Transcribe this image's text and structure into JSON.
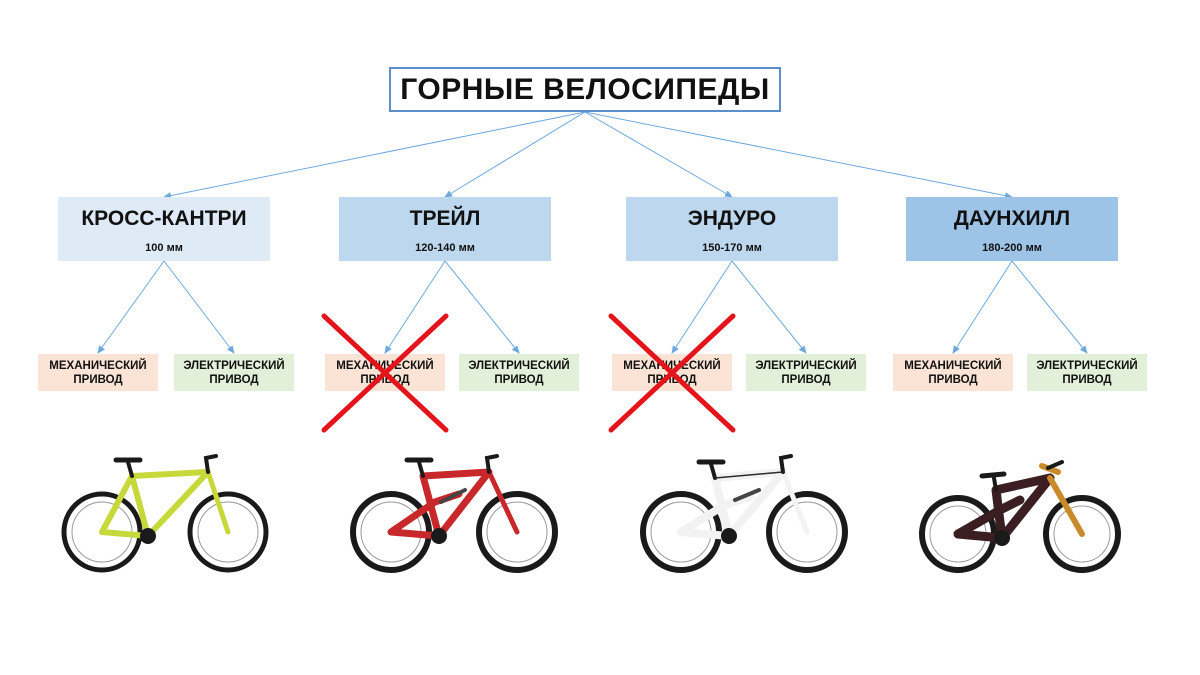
{
  "diagram": {
    "root": {
      "title": "ГОРНЫЕ ВЕЛОСИПЕДЫ"
    },
    "categories": [
      {
        "name": "КРОСС-КАНТРИ",
        "travel": "100 мм",
        "fill": "#deebf7",
        "options": [
          {
            "label": "МЕХАНИЧЕСКИЙ ПРИВОД",
            "kind": "mechanical",
            "crossed": false
          },
          {
            "label": "ЭЛЕКТРИЧЕСКИЙ ПРИВОД",
            "kind": "electric",
            "crossed": false
          }
        ],
        "bike": {
          "frame_color": "#c7d93a",
          "accent_color": "#1a1a1a"
        }
      },
      {
        "name": "ТРЕЙЛ",
        "travel": "120-140 мм",
        "fill": "#bdd7ee",
        "options": [
          {
            "label": "МЕХАНИЧЕСКИЙ ПРИВОД",
            "kind": "mechanical",
            "crossed": true
          },
          {
            "label": "ЭЛЕКТРИЧЕСКИЙ ПРИВОД",
            "kind": "electric",
            "crossed": false
          }
        ],
        "bike": {
          "frame_color": "#c8282a",
          "accent_color": "#1a1a1a"
        }
      },
      {
        "name": "ЭНДУРО",
        "travel": "150-170 мм",
        "fill": "#bdd7ee",
        "options": [
          {
            "label": "МЕХАНИЧЕСКИЙ ПРИВОД",
            "kind": "mechanical",
            "crossed": true
          },
          {
            "label": "ЭЛЕКТРИЧЕСКИЙ ПРИВОД",
            "kind": "electric",
            "crossed": false
          }
        ],
        "bike": {
          "frame_color": "#f2f2f2",
          "accent_color": "#2b2b2b"
        }
      },
      {
        "name": "ДАУНХИЛЛ",
        "travel": "180-200 мм",
        "fill": "#9dc3e6",
        "options": [
          {
            "label": "МЕХАНИЧЕСКИЙ ПРИВОД",
            "kind": "mechanical",
            "crossed": false
          },
          {
            "label": "ЭЛЕКТРИЧЕСКИЙ ПРИВОД",
            "kind": "electric",
            "crossed": false
          }
        ],
        "bike": {
          "frame_color": "#3a1e22",
          "accent_color": "#c98a2a"
        }
      }
    ]
  },
  "colors": {
    "connector": "#6fa8dc",
    "root_border": "#5b8fc9",
    "cross_mark": "#e3141b",
    "mechanical_fill": "#fbe3d6",
    "electric_fill": "#e2efd9"
  },
  "icons": {
    "bike": "full-suspension-mountain-bike",
    "cross_mark": "red-x-mark"
  }
}
